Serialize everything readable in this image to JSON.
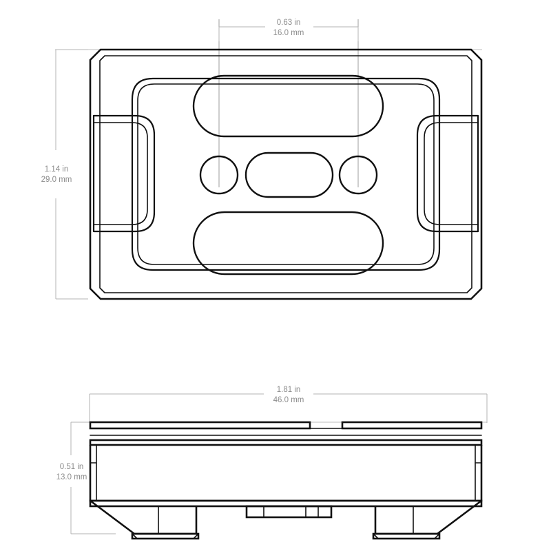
{
  "document": {
    "type": "technical-drawing",
    "background_color": "#ffffff",
    "line_color": "#111111",
    "dimension_color": "#8c8c8c",
    "dimension_line_color": "#b3b3b3",
    "views": [
      "top-view",
      "side-view"
    ]
  },
  "dimensions": {
    "top_width": {
      "id": "dim-top-width",
      "imperial": "0.63 in",
      "metric": "16.0 mm",
      "orientation": "horizontal",
      "view": "top-view",
      "describes": "hole-center-spacing"
    },
    "left_height": {
      "id": "dim-left-height",
      "imperial": "1.14 in",
      "metric": "29.0 mm",
      "orientation": "vertical",
      "view": "top-view",
      "describes": "overall-depth"
    },
    "bottom_width": {
      "id": "dim-bottom-width",
      "imperial": "1.81 in",
      "metric": "46.0 mm",
      "orientation": "horizontal",
      "view": "side-view",
      "describes": "overall-width"
    },
    "side_height": {
      "id": "dim-side-height",
      "imperial": "0.51 in",
      "metric": "13.0 mm",
      "orientation": "vertical",
      "view": "side-view",
      "describes": "overall-height"
    }
  },
  "top_view": {
    "name": "top-view",
    "features": {
      "upper_slot": "rounded-rectangle-slot",
      "lower_slot": "rounded-rectangle-slot",
      "center_slot": "rounded-rectangle-slot",
      "left_hole": "circular-hole",
      "right_hole": "circular-hole",
      "left_clamp": "rounded-rectangle-recess",
      "right_clamp": "rounded-rectangle-recess"
    }
  },
  "side_view": {
    "name": "side-view",
    "features": {
      "top_plate": "layered-plate-edges",
      "left_foot": "tapered-foot",
      "right_foot": "tapered-foot",
      "center_flange": "segmented-flange"
    }
  }
}
